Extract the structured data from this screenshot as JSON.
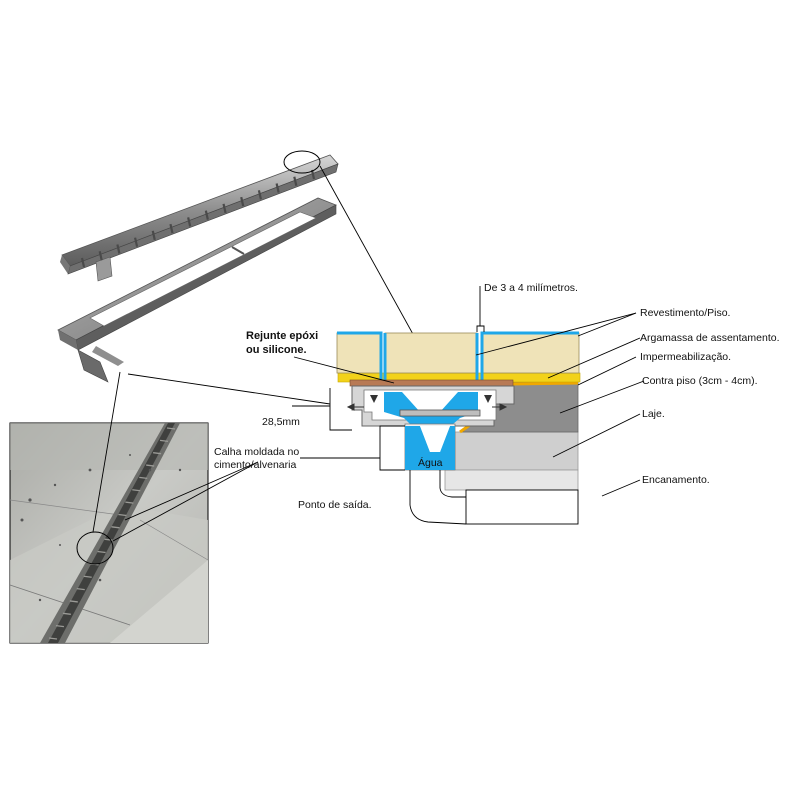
{
  "labels": {
    "gap": "De 3 a 4 milímetros.",
    "revestimento": "Revestimento/Piso.",
    "argamassa": "Argamassa de assentamento.",
    "impermeabilizacao": "Impermeabilização.",
    "contrapiso": "Contra piso (3cm - 4cm).",
    "laje": "Laje.",
    "encanamento": "Encanamento.",
    "rejunte_line1": "Rejunte epóxi",
    "rejunte_line2": "ou silicone.",
    "width": "28,5mm",
    "calha_line1": "Calha moldada no",
    "calha_line2": "cimento/alvenaria",
    "agua": "Água",
    "ponto_saida": "Ponto de saída."
  },
  "colors": {
    "tile": "#efe3b8",
    "tile_stroke": "#9a8c5a",
    "mortar": "#f2d21a",
    "waterproof": "#f0a800",
    "screed": "#8d8d8d",
    "slab": "#cfcfcf",
    "water": "#1fa7e8",
    "metal": "#9c9c9c",
    "grout": "#b87a55"
  }
}
